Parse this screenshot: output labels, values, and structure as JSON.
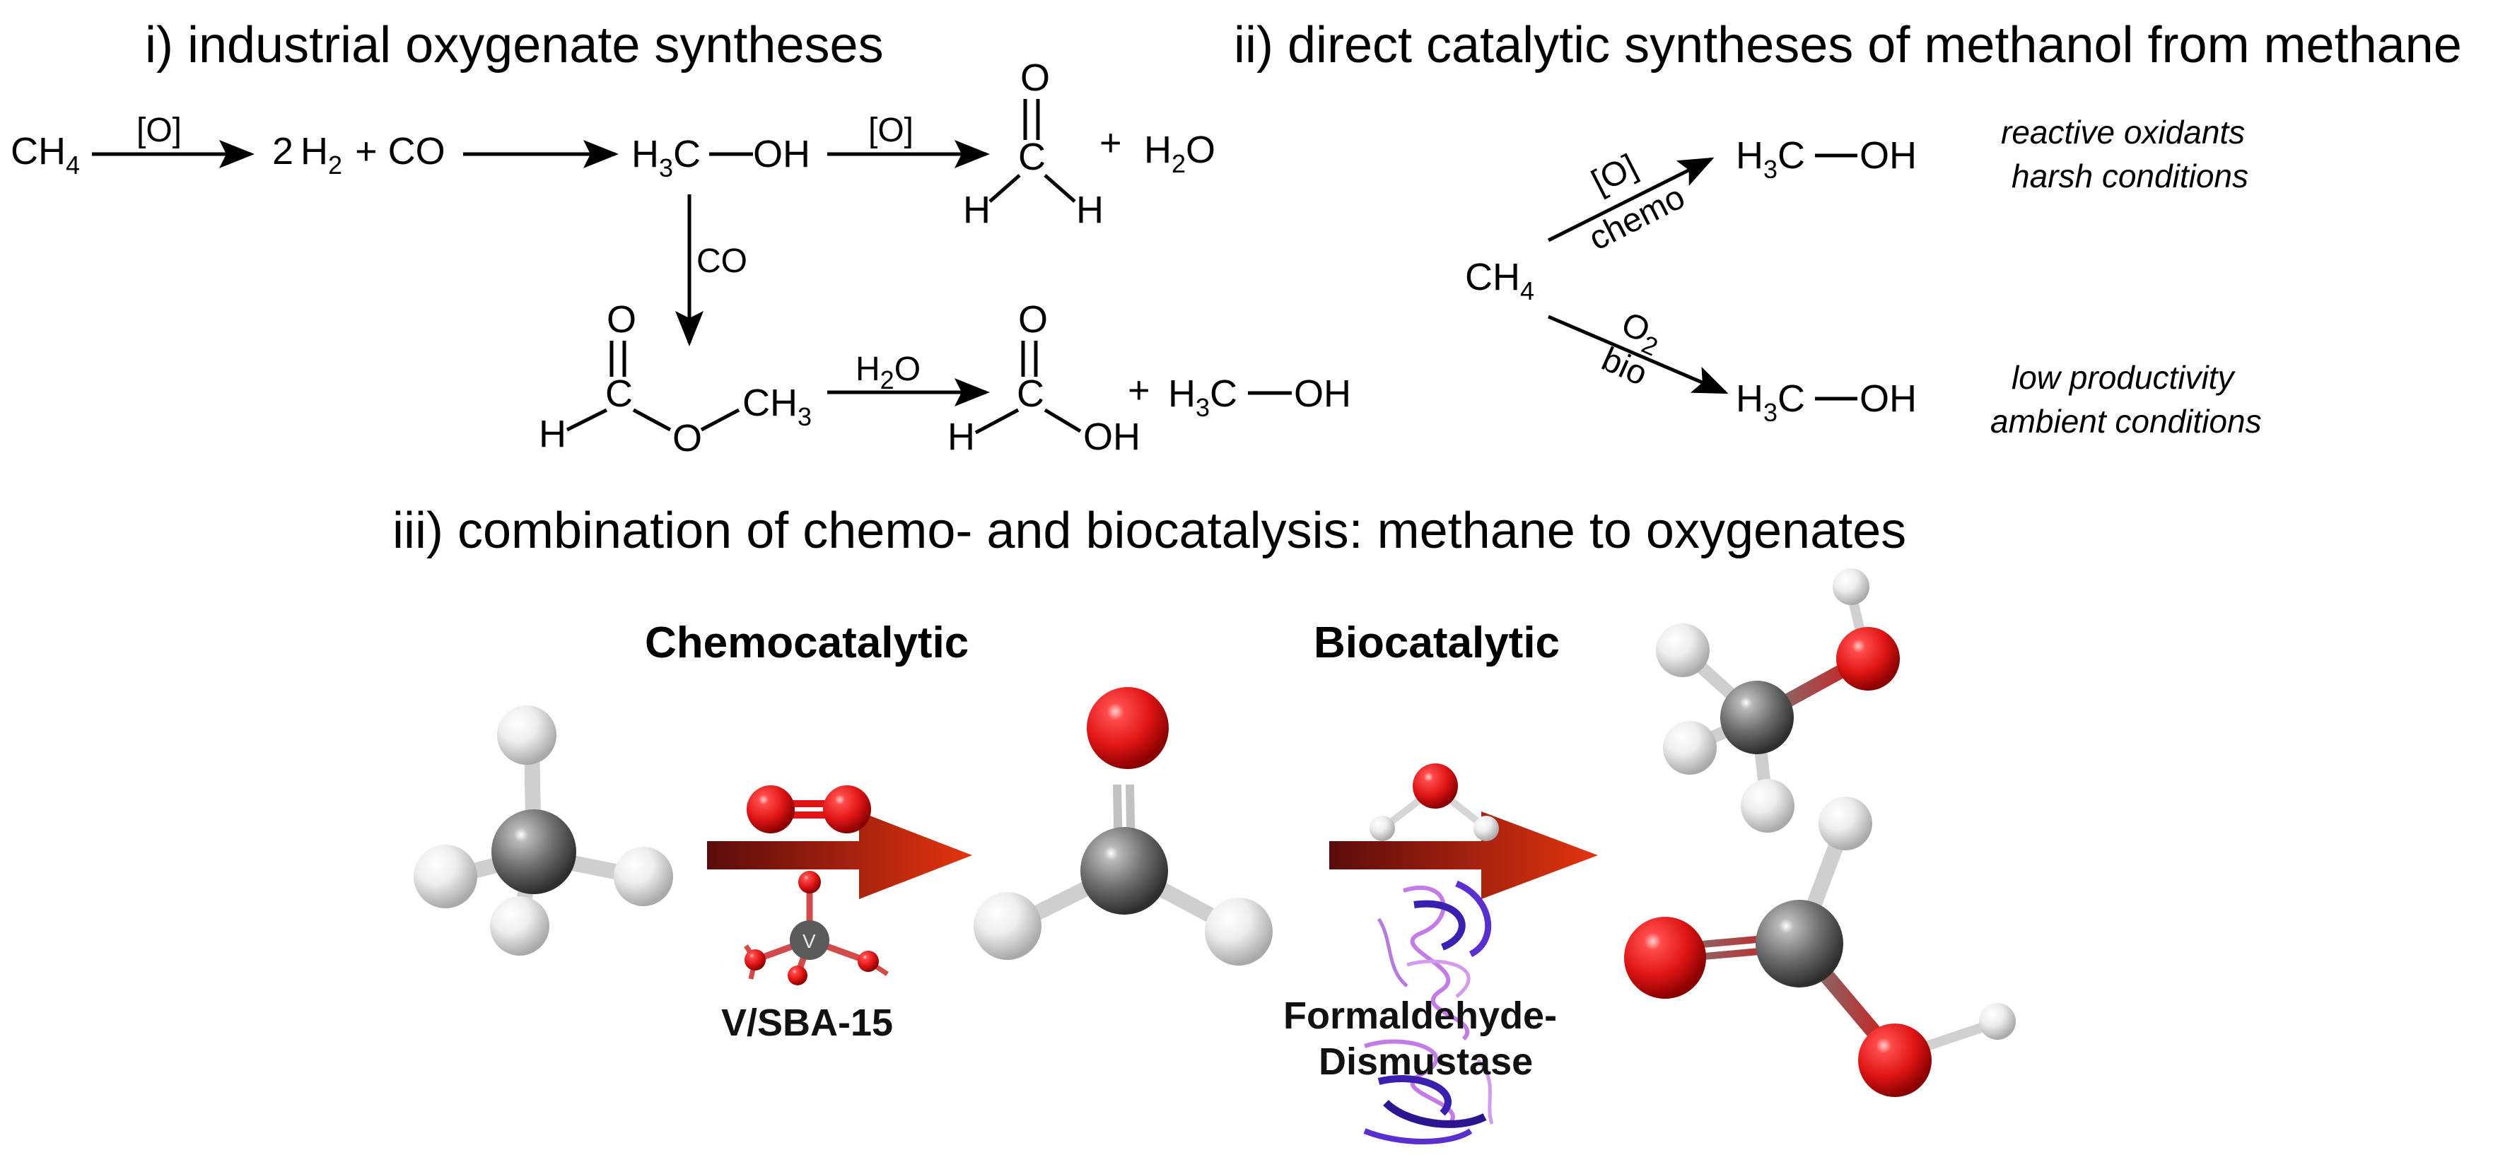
{
  "sections": {
    "i_title": "i) industrial oxygenate syntheses",
    "ii_title": "ii) direct catalytic syntheses of methanol from methane",
    "iii_title": "iii) combination of chemo- and biocatalysis: methane to oxygenates"
  },
  "scheme_i": {
    "ch4_main": "CH",
    "ch4_sub": "4",
    "arrow1_label": "[O]",
    "syngas_2": "2",
    "syngas_h": "H",
    "syngas_h_sub": "2",
    "syngas_plus_co": "+ CO",
    "methanol_h3": "H",
    "methanol_h3_sub": "3",
    "methanol_c": "C",
    "methanol_oh": "OH",
    "arrow3_label": "[O]",
    "formaldehyde_o": "O",
    "formaldehyde_c": "C",
    "formaldehyde_h_left": "H",
    "formaldehyde_h_right": "H",
    "plus1": "+",
    "water": "H",
    "water_sub": "2",
    "water_o": "O",
    "down_arrow_label": "CO",
    "mf_o_top": "O",
    "mf_c": "C",
    "mf_h": "H",
    "mf_o": "O",
    "mf_ch3": "CH",
    "mf_ch3_sub": "3",
    "arrow4_label_h": "H",
    "arrow4_label_sub": "2",
    "arrow4_label_o": "O",
    "fa_o_top": "O",
    "fa_c": "C",
    "fa_h": "H",
    "fa_oh": "OH",
    "plus2": "+",
    "meoh2_h3": "H",
    "meoh2_sub": "3",
    "meoh2_c": "C",
    "meoh2_oh": "OH"
  },
  "scheme_ii": {
    "ch4_main": "CH",
    "ch4_sub": "4",
    "chemo_top": "[O]",
    "chemo_bottom": "chemo",
    "bio_top_o": "O",
    "bio_top_sub": "2",
    "bio_bottom": "bio",
    "product1_h3": "H",
    "product1_sub": "3",
    "product1_c": "C",
    "product1_oh": "OH",
    "product2_h3": "H",
    "product2_sub": "3",
    "product2_c": "C",
    "product2_oh": "OH",
    "note1_line1": "reactive oxidants",
    "note1_line2": "harsh conditions",
    "note2_line1": "low productivity",
    "note2_line2": "ambient conditions"
  },
  "scheme_iii": {
    "chemocatalytic": "Chemocatalytic",
    "biocatalytic": "Biocatalytic",
    "catalyst_label": "V/SBA-15",
    "vanadium_symbol": "V",
    "enzyme_line1": "Formaldehyde-",
    "enzyme_line2": "Dismustase"
  },
  "colors": {
    "carbon": "#6f6f6f",
    "hydrogen": "#e6e6e6",
    "oxygen": "#e01515",
    "enzyme": "#3b1fb0",
    "enzyme_light": "#c37be8",
    "arrow_dark": "#5a0c0c",
    "arrow_light": "#e4340f"
  }
}
